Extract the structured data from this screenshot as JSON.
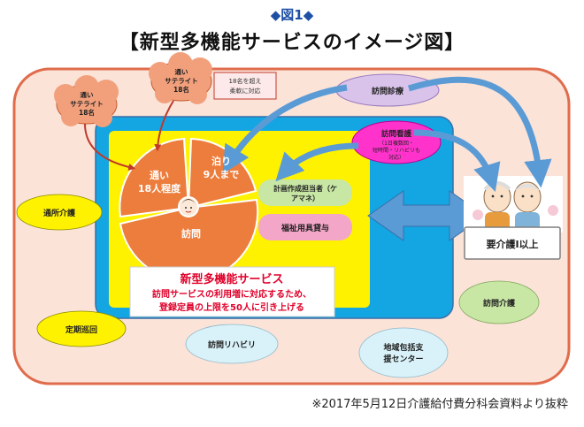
{
  "figure_label": "◆図1◆",
  "title": "【新型多機能サービスのイメージ図】",
  "clouds": {
    "left": [
      "通い",
      "サテライト",
      "18名"
    ],
    "right": [
      "通い",
      "サテライト",
      "18名"
    ]
  },
  "flex_note": [
    "18名を超え",
    "柔軟に対応"
  ],
  "visit_exam": "訪問診療",
  "visit_nursing": {
    "title": "訪問看護",
    "lines": [
      "（1日複数回・",
      "短時間・リハビリも",
      "対応）"
    ]
  },
  "pie": {
    "kayoi": [
      "通い",
      "18人程度"
    ],
    "tomari": [
      "泊り",
      "9人まで"
    ],
    "houmon": "訪問"
  },
  "care_manager": [
    "計画作成担当者（ケ",
    "アマネ）"
  ],
  "welfare_rental": "福祉用具貸与",
  "service_box": {
    "title": "新型多機能サービス",
    "lines": [
      "訪問サービスの利用増に対応するため、",
      "登録定員の上限を50人に引き上げる"
    ]
  },
  "care_level": "要介護Ⅰ以上",
  "outer_services": {
    "day_care": "通所介護",
    "regular_rounds": "定期巡回",
    "visit_rehab": "訪問リハビリ",
    "community_center": [
      "地域包括支",
      "援センター"
    ],
    "home_care": "訪問介護"
  },
  "source_note": "※2017年5月12日介護給付費分科会資料より抜粋",
  "colors": {
    "outer_border": "#e06c4c",
    "outer_fill": "#fbe3d8",
    "blue_box": "#13a6e3",
    "yellow_box": "#fff200",
    "pie": "#ec7d3c",
    "green": "#c8e6a4",
    "pink": "#f4a6c8",
    "magenta": "#ff33cc",
    "purple": "#d9c3ea",
    "arrow": "#5b9bd5",
    "red_text": "#e0002a"
  }
}
